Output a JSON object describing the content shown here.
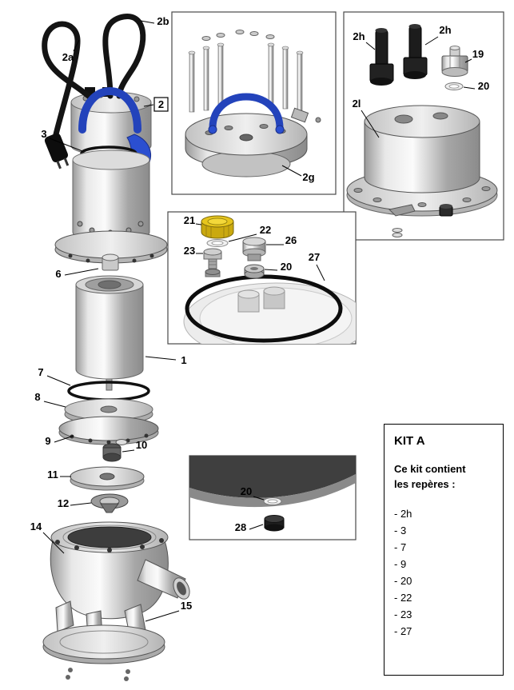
{
  "labels": {
    "n2a": "2a",
    "n2b": "2b",
    "n2": "2",
    "n3": "3",
    "n6": "6",
    "n1": "1",
    "n7": "7",
    "n8": "8",
    "n9": "9",
    "n10": "10",
    "n11": "11",
    "n12": "12",
    "n14": "14",
    "n15": "15",
    "n2g": "2g",
    "n2h_a": "2h",
    "n2h_b": "2h",
    "n19": "19",
    "n20_b": "20",
    "n2l": "2l",
    "n21": "21",
    "n22": "22",
    "n23": "23",
    "n26": "26",
    "n20_c": "20",
    "n27": "27",
    "n20_d": "20",
    "n28": "28"
  },
  "kit": {
    "title": "KIT A",
    "description_line1": "Ce kit contient",
    "description_line2": "les repères :",
    "items": [
      "- 2h",
      "- 3",
      "- 7",
      "- 9",
      "- 20",
      "- 22",
      "- 23",
      "- 27"
    ]
  },
  "colors": {
    "handle_blue": "#2343bb",
    "cap_yellow": "#e6c51d",
    "oring_black": "#0d0d0d"
  }
}
